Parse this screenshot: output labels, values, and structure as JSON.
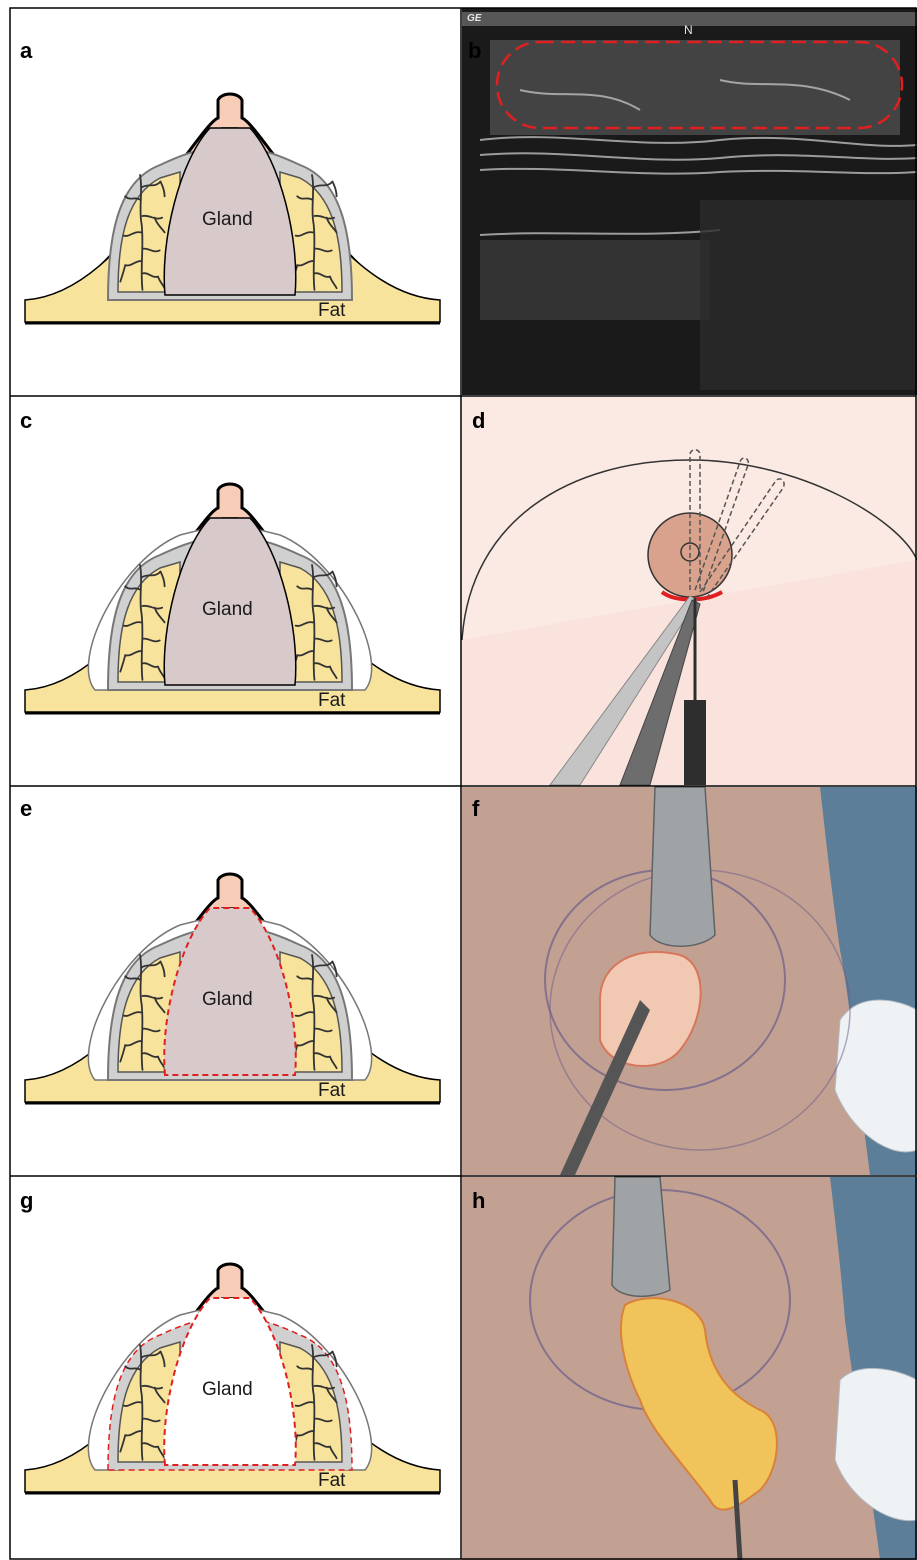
{
  "figure": {
    "panels": [
      {
        "id": "a",
        "label": "a",
        "kind": "schematic",
        "state": "intact gland",
        "gland_label": "Gland",
        "fat_label": "Fat"
      },
      {
        "id": "b",
        "label": "b",
        "kind": "ultrasound image",
        "watermark": "GE",
        "marker": "N"
      },
      {
        "id": "c",
        "label": "c",
        "kind": "schematic",
        "state": "dissected space around gland",
        "gland_label": "Gland",
        "fat_label": "Fat"
      },
      {
        "id": "d",
        "label": "d",
        "kind": "illustration"
      },
      {
        "id": "e",
        "label": "e",
        "kind": "schematic",
        "state": "gland outlined for resection",
        "gland_label": "Gland",
        "fat_label": "Fat"
      },
      {
        "id": "f",
        "label": "f",
        "kind": "intraoperative photo"
      },
      {
        "id": "g",
        "label": "g",
        "kind": "schematic",
        "state": "gland removed",
        "gland_label": "Gland",
        "fat_label": "Fat"
      },
      {
        "id": "h",
        "label": "h",
        "kind": "intraoperative photo"
      }
    ],
    "colors": {
      "skin": "#f7cdb8",
      "fat": "#f8e39c",
      "gland": "#d8c9ca",
      "dashed_outline": "#e02020",
      "ultrasound_background": "#1a1a1a",
      "illustration_background": "#fbe9e3"
    }
  }
}
